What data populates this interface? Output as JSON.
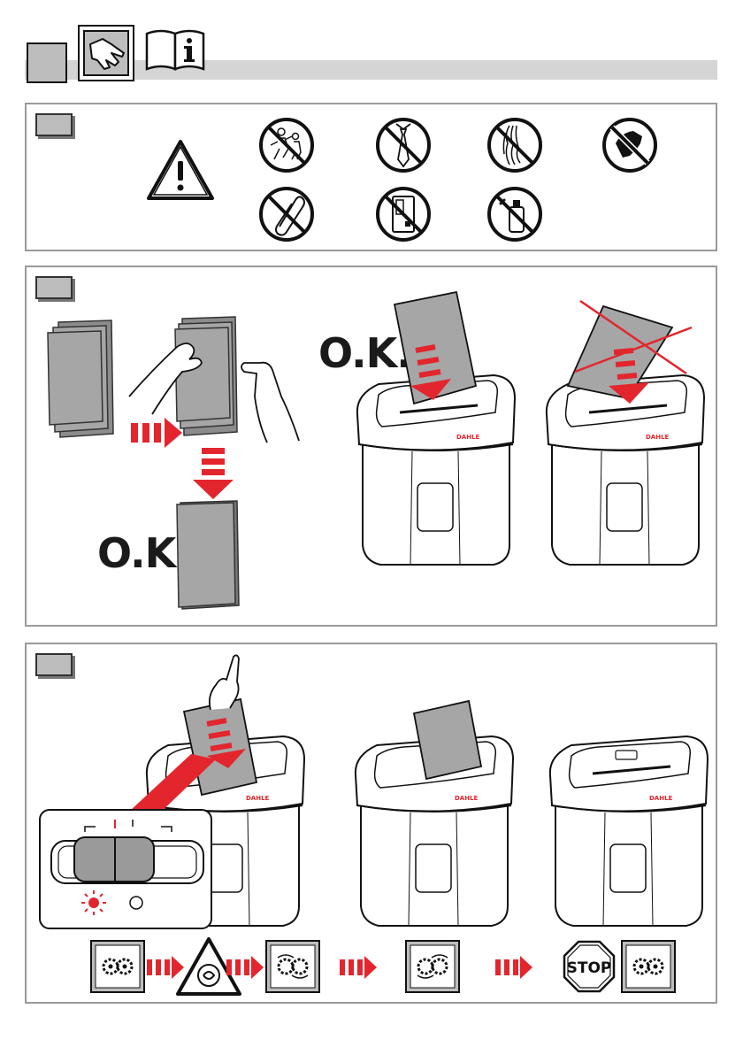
{
  "section2": {
    "ok_label_left": "O.K.",
    "ok_label_mid": "O.K.",
    "brand_label": "DAHLE"
  },
  "section3": {
    "brand_label": "DAHLE",
    "stop_text": "STOP"
  },
  "colors": {
    "panel_border": "#9a9a9a",
    "tab_fill": "#bdbdbd",
    "accent_red": "#e3262d",
    "paper_gray": "#a6a6a6"
  },
  "icons": {
    "header": [
      "hand-icon",
      "manual-info-icon"
    ],
    "prohibitions_row1": [
      "no-children-icon",
      "no-tie-icon",
      "no-long-hair-icon",
      "no-touching-icon"
    ],
    "prohibitions_row2": [
      "no-paperclip-icon",
      "no-credit-card-icon",
      "no-spray-icon"
    ],
    "sequence": [
      "gears-icon",
      "jam-warning-icon",
      "gears-reverse-icon",
      "gears-forward-icon",
      "stop-sign-icon",
      "gears-stop-icon"
    ]
  }
}
